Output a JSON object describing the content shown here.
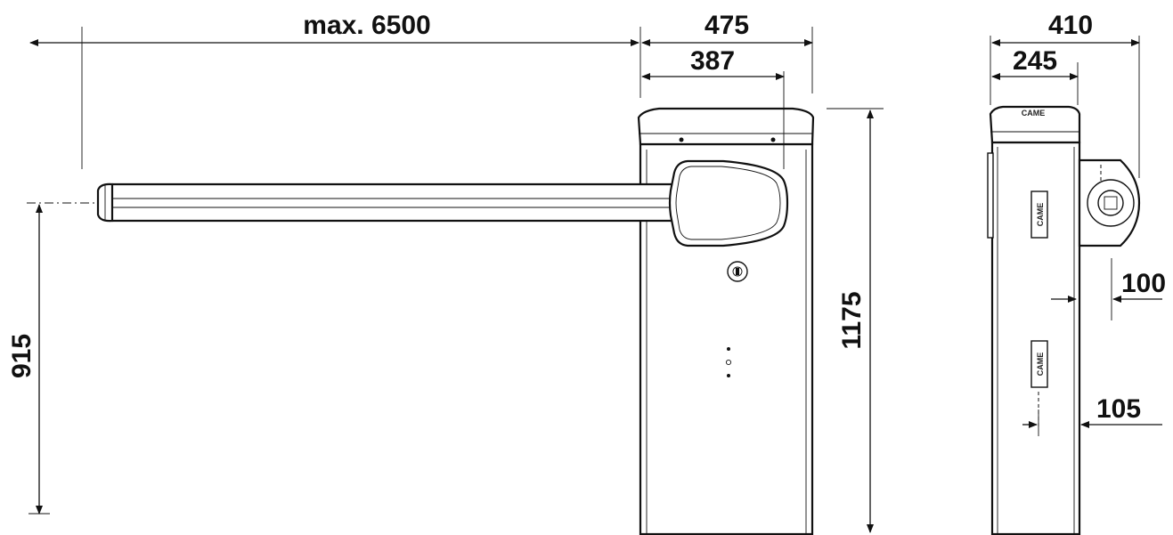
{
  "dimensions": {
    "boom_length": "max. 6500",
    "cabinet_width": "475",
    "boom_axis_offset": "387",
    "cabinet_height": "1175",
    "boom_axis_height": "915",
    "side_depth": "410",
    "side_axis_depth": "245",
    "side_hole_offset_1": "100",
    "side_hole_offset_2": "105"
  },
  "labels": {
    "logo_text": "CAME"
  }
}
